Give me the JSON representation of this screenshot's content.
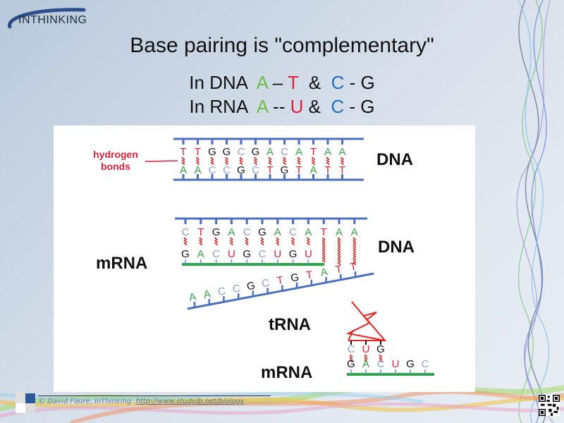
{
  "logo": {
    "text": "INTHINKING",
    "icon": "inthinking-logo-swoosh"
  },
  "title": "Base pairing is \"complementary\"",
  "pairing_rules": [
    {
      "prefix": "In DNA  ",
      "b1": "A",
      "sep": " – ",
      "b2": "T",
      "amp": "  &  ",
      "b3": "C",
      "sep2": " - ",
      "b4": "G"
    },
    {
      "prefix": "In RNA  ",
      "b1": "A",
      "sep": " -- ",
      "b2": "U",
      "amp": " &  ",
      "b3": "C",
      "sep2": " - ",
      "b4": "G"
    }
  ],
  "colors": {
    "A": "#3aa34a",
    "T": "#e0203a",
    "U": "#e0203a",
    "C": "#8fa0c8",
    "G": "#111111",
    "backbone": "#4a6ec0",
    "mrna_backbone": "#2aa84a",
    "bond": "#d02020",
    "trna": "#e82020"
  },
  "diagram": {
    "panel1": {
      "label": "DNA",
      "annotation": "hydrogen bonds",
      "annotation_lines": [
        "hydrogen",
        "bonds"
      ],
      "top_strand": [
        "T",
        "T",
        "G",
        "G",
        "C",
        "G",
        "A",
        "C",
        "A",
        "T",
        "A",
        "A"
      ],
      "bottom_strand": [
        "A",
        "A",
        "C",
        "C",
        "G",
        "C",
        "T",
        "G",
        "T",
        "A",
        "T",
        "T"
      ]
    },
    "panel2": {
      "dna_label": "DNA",
      "mrna_label": "mRNA",
      "template_strand": [
        "C",
        "T",
        "G",
        "A",
        "C",
        "G",
        "A",
        "C",
        "A",
        "T",
        "A",
        "A"
      ],
      "mrna_strand": [
        "G",
        "A",
        "C",
        "U",
        "G",
        "C",
        "U",
        "G",
        "U"
      ],
      "coding_strand": [
        "A",
        "A",
        "C",
        "C",
        "G",
        "C",
        "T",
        "G",
        "T",
        "A",
        "T",
        "T"
      ]
    },
    "panel3": {
      "trna_label": "tRNA",
      "mrna_label": "mRNA",
      "anticodon": [
        "C",
        "U",
        "G"
      ],
      "mrna_codons": [
        "G",
        "A",
        "C",
        "U",
        "G",
        "C"
      ]
    }
  },
  "footer": {
    "credit": "© David Faure, InThinking  ",
    "link": "http://www.studyib.net/biology"
  },
  "qr_code": "qr-code"
}
